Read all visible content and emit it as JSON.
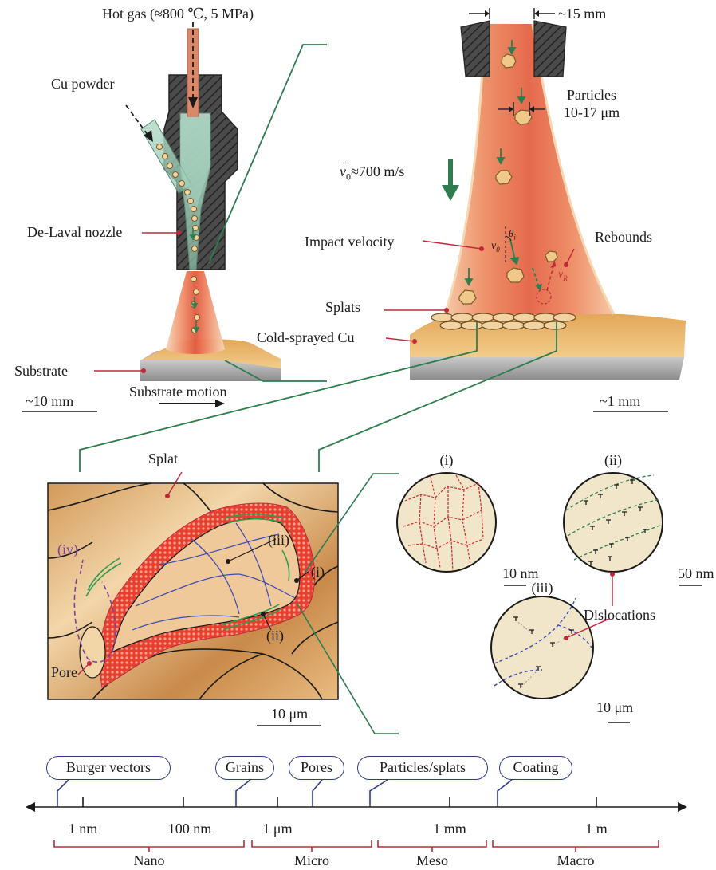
{
  "top_left": {
    "hot_gas": "Hot gas (≈800 ℃, 5 MPa)",
    "cu_powder": "Cu powder",
    "nozzle": "De-Laval nozzle",
    "substrate": "Substrate",
    "motion": "Substrate motion",
    "scale": "~10 mm"
  },
  "top_right": {
    "throat": "~15 mm",
    "particles_line1": "Particles",
    "particles_line2": "10-17 μm",
    "v0_symbol": "v",
    "v0_sub": "0",
    "v0_value": "≈700 m/s",
    "impact": "Impact velocity",
    "rebounds": "Rebounds",
    "splats": "Splats",
    "cold_sprayed": "Cold-sprayed Cu",
    "scale": "~1 mm",
    "theta": "θ",
    "theta_sub": "i",
    "vi": "v",
    "vi_sub": "0",
    "vr": "v",
    "vr_sub": "R"
  },
  "micro": {
    "splat": "Splat",
    "pore": "Pore",
    "iii": "(iii)",
    "i": "(i)",
    "ii": "(ii)",
    "iv": "(iv)",
    "scale": "10 μm"
  },
  "circles": {
    "i_label": "(i)",
    "i_scale": "10 nm",
    "ii_label": "(ii)",
    "ii_scale": "50 nm",
    "iii_label": "(iii)",
    "iii_scale": "10 μm",
    "dislocations": "Dislocations"
  },
  "scale_axis": {
    "features": [
      "Burger vectors",
      "Grains",
      "Pores",
      "Particles/splats",
      "Coating"
    ],
    "ticks": [
      "1 nm",
      "100 nm",
      "1 μm",
      "1 mm",
      "1 m"
    ],
    "regimes": [
      "Nano",
      "Micro",
      "Meso",
      "Macro"
    ]
  },
  "colors": {
    "gas": "#e8664a",
    "green_lines": "#2e7d4f",
    "red_labels": "#c0283a",
    "blue_pills": "#2f3a86"
  }
}
